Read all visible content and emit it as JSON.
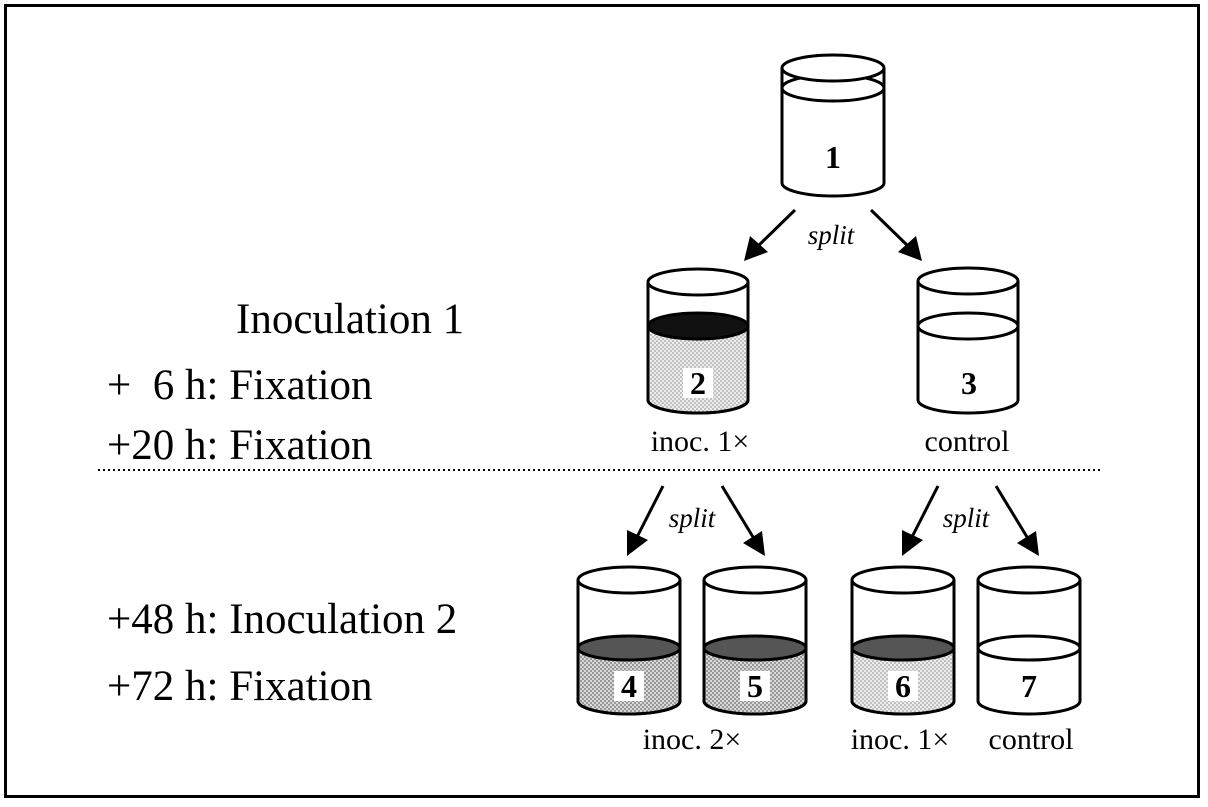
{
  "timeline": {
    "inoculation1": "Inoculation 1",
    "fix6": "+  6 h: Fixation",
    "fix20": "+20 h: Fixation",
    "inoc48": "+48 h: Inoculation 2",
    "fix72": "+72 h: Fixation"
  },
  "beakers": {
    "b1": {
      "number": "1"
    },
    "b2": {
      "number": "2",
      "caption": "inoc. 1×"
    },
    "b3": {
      "number": "3",
      "caption": "control"
    },
    "b4": {
      "number": "4"
    },
    "b5": {
      "number": "5"
    },
    "b45_caption": "inoc. 2×",
    "b6": {
      "number": "6",
      "caption": "inoc. 1×"
    },
    "b7": {
      "number": "7",
      "caption": "control"
    }
  },
  "split_label": "split",
  "colors": {
    "line": "#000000",
    "dark_liquid": "#111111",
    "medium_liquid": "#555555",
    "light_fill": "#e2e2e2",
    "medium_fill": "#cfcfcf"
  }
}
